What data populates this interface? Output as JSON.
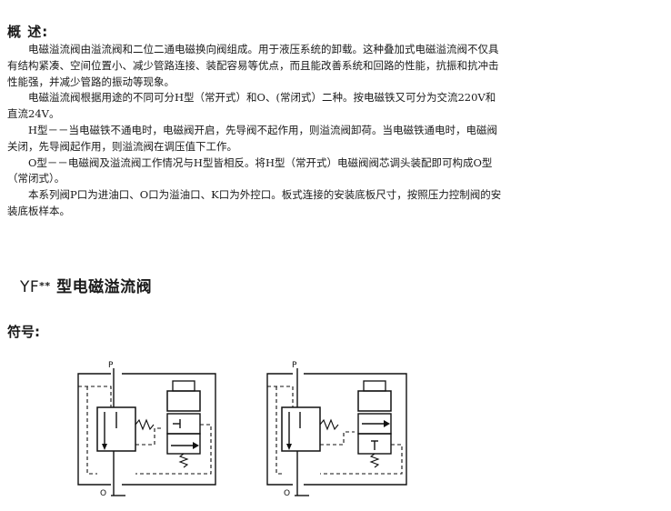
{
  "overview": {
    "title": "概 述:",
    "paragraphs": [
      "电磁溢流阀由溢流阀和二位二通电磁换向阀组成。用于液压系统的卸载。这种叠加式电磁溢流阀不仅具有结构紧凑、空间位置小、减少管路连接、装配容易等优点，而且能改善系统和回路的性能，抗振和抗冲击性能强，并减少管路的振动等现象。",
      "电磁溢流阀根据用途的不同可分H型（常开式）和O、(常闭式）二种。按电磁铁又可分为交流220V和直流24V。",
      "H型－－当电磁铁不通电时，电磁阀开启，先导阀不起作用，则溢流阀卸荷。当电磁铁通电时，电磁阀关闭，先导阀起作用，则溢流阀在调压值下工作。",
      "O型－－电磁阀及溢流阀工作情况与H型皆相反。将H型（常开式）电磁阀阀芯调头装配即可构成O型（常闭式）。",
      "本系列阀P口为进油口、O口为溢油口、K口为外控口。板式连接的安装底板尺寸，按照压力控制阀的安装底板样本。"
    ]
  },
  "model": {
    "prefix": "YF",
    "stars": "**",
    "suffix": " 型电磁溢流阀"
  },
  "symbol": {
    "label": "符号:"
  },
  "diagrams": [
    {
      "port_top": "P",
      "port_bottom": "O",
      "variant": "H"
    },
    {
      "port_top": "P",
      "port_bottom": "O",
      "variant": "O"
    }
  ],
  "colors": {
    "ink": "#1a1a1a",
    "background": "#ffffff"
  }
}
